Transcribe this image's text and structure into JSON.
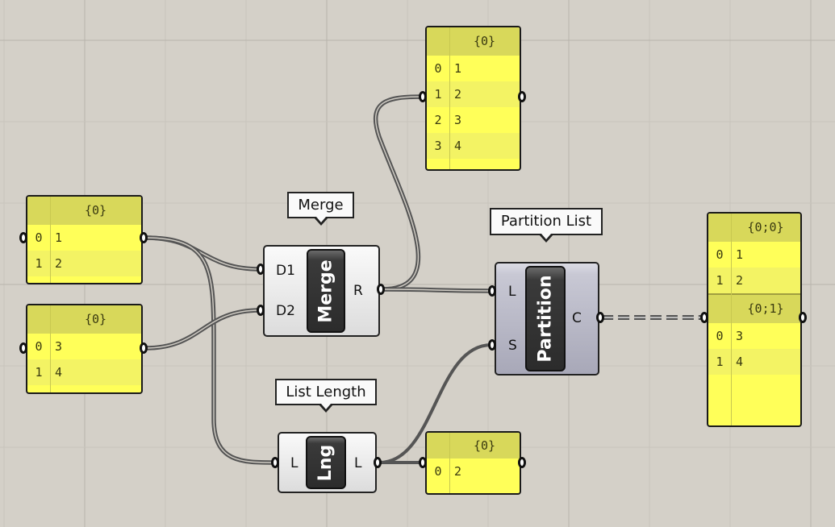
{
  "tooltips": {
    "merge": "Merge",
    "partition": "Partition List",
    "length": "List Length"
  },
  "components": {
    "merge": {
      "core": "Merge",
      "inputs": [
        "D1",
        "D2"
      ],
      "output": "R"
    },
    "partition": {
      "core": "Partition",
      "inputs": [
        "L",
        "S"
      ],
      "output": "C"
    },
    "length": {
      "core": "Lng",
      "input": "L",
      "output": "L"
    }
  },
  "panels": {
    "input_a": {
      "path": "{0}",
      "rows": [
        [
          "0",
          "1"
        ],
        [
          "1",
          "2"
        ]
      ]
    },
    "input_b": {
      "path": "{0}",
      "rows": [
        [
          "0",
          "3"
        ],
        [
          "1",
          "4"
        ]
      ]
    },
    "merged": {
      "path": "{0}",
      "rows": [
        [
          "0",
          "1"
        ],
        [
          "1",
          "2"
        ],
        [
          "2",
          "3"
        ],
        [
          "3",
          "4"
        ]
      ]
    },
    "length": {
      "path": "{0}",
      "rows": [
        [
          "0",
          "2"
        ]
      ]
    },
    "result": {
      "branches": [
        {
          "path": "{0;0}",
          "rows": [
            [
              "0",
              "1"
            ],
            [
              "1",
              "2"
            ]
          ]
        },
        {
          "path": "{0;1}",
          "rows": [
            [
              "0",
              "3"
            ],
            [
              "1",
              "4"
            ]
          ]
        }
      ]
    }
  },
  "colors": {
    "canvas": "#d4d0c8",
    "panel": "#ffff59",
    "wire": "#555555"
  }
}
